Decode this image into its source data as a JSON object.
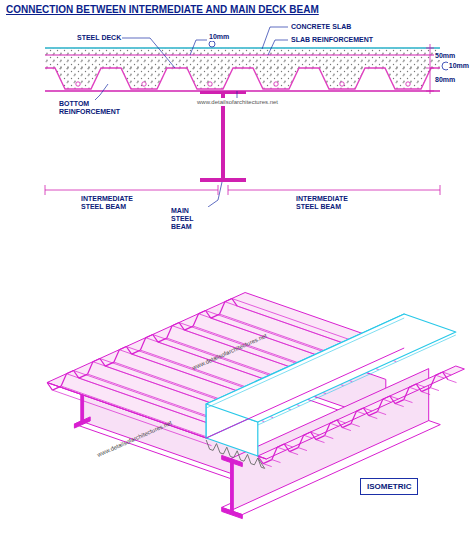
{
  "diagram": {
    "title": "CONNECTION BETWEEN INTERMEDIATE AND MAIN DECK BEAM",
    "nodes": [
      {
        "text": [
          "ISOMETRIC"
        ]
      }
    ],
    "labels": [
      "STEEL DECK",
      "CONCRETE SLAB",
      "SLAB REINFORCEMENT",
      "10mm",
      "50mm",
      "80mm",
      "10mm",
      "BOTTOM REINFORCEMENT",
      "www.detailsofarchitectures.net",
      "INTERMEDIATE STEEL BEAM",
      "INTERMEDIATE STEEL BEAM",
      "MAIN STEEL BEAM",
      "www.detailsofarchitectures.net",
      "www.detailsofarchitectures.net"
    ]
  }
}
